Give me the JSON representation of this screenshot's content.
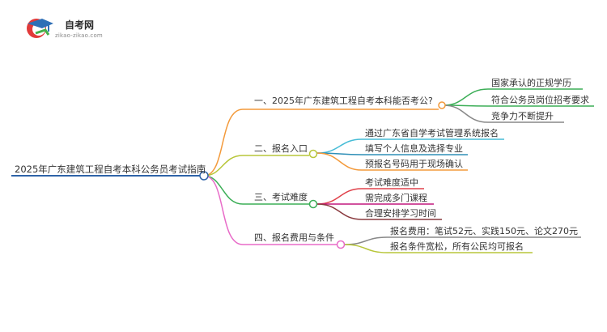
{
  "logo": {
    "title": "自考网",
    "url": "zikao-zikao.com",
    "icon": "graduation-cap-icon"
  },
  "root": {
    "label": "2025年广东建筑工程自考本科公务员考试指南"
  },
  "branches": [
    {
      "label": "一、2025年广东建筑工程自考本科能否考公?",
      "color": "#f39a3b",
      "items": [
        "国家承认的正规学历",
        "符合公务员岗位招考要求",
        "竞争力不断提升"
      ],
      "item_colors": [
        "#3cae57",
        "#3cae57",
        "#888888"
      ]
    },
    {
      "label": "二、报名入口",
      "color": "#b8c63a",
      "items": [
        "通过广东省自学考试管理系统报名",
        "填写个人信息及选择专业",
        "预报名号码用于现场确认"
      ],
      "item_colors": [
        "#46bcd6",
        "#2f8fb7",
        "#f39a3b"
      ]
    },
    {
      "label": "三、考试难度",
      "color": "#3cae57",
      "items": [
        "考试难度适中",
        "需完成多门课程",
        "合理安排学习时间"
      ],
      "item_colors": [
        "#e0424b",
        "#c2187f",
        "#8a3a3e"
      ]
    },
    {
      "label": "四、报名费用与条件",
      "color": "#e86bc8",
      "items": [
        "报名费用：笔试52元、实践150元、论文270元",
        "报名条件宽松，所有公民均可报名"
      ],
      "item_colors": [
        "#888888",
        "#b8c63a"
      ]
    }
  ]
}
